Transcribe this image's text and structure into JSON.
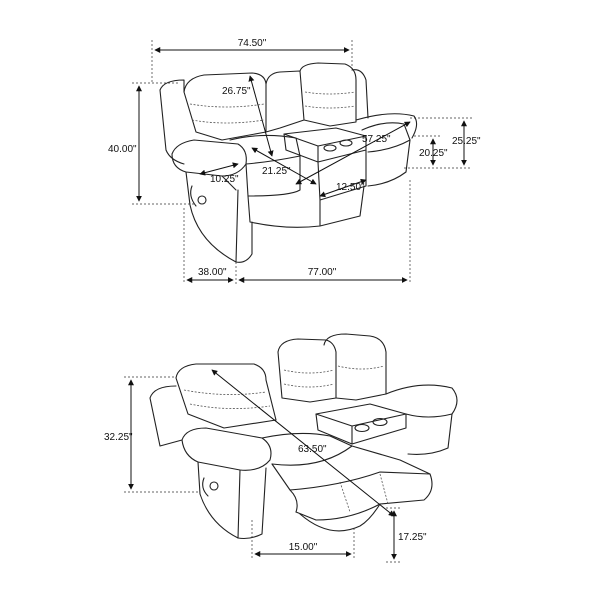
{
  "figures": {
    "front": {
      "dimensions": {
        "overall_width": "74.50\"",
        "back_height": "26.75\"",
        "overall_height": "40.00\"",
        "seat_width": "57.25\"",
        "arm_height": "25.25\"",
        "seat_height": "20.25\"",
        "arm_width": "10.25\"",
        "seat_depth": "21.25\"",
        "console_width": "12.50\"",
        "depth": "38.00\"",
        "reclined_depth": "77.00\""
      }
    },
    "reclined": {
      "dimensions": {
        "height": "32.25\"",
        "diagonal": "63.50\"",
        "footrest_length": "15.00\"",
        "footrest_height": "17.25\""
      }
    }
  }
}
